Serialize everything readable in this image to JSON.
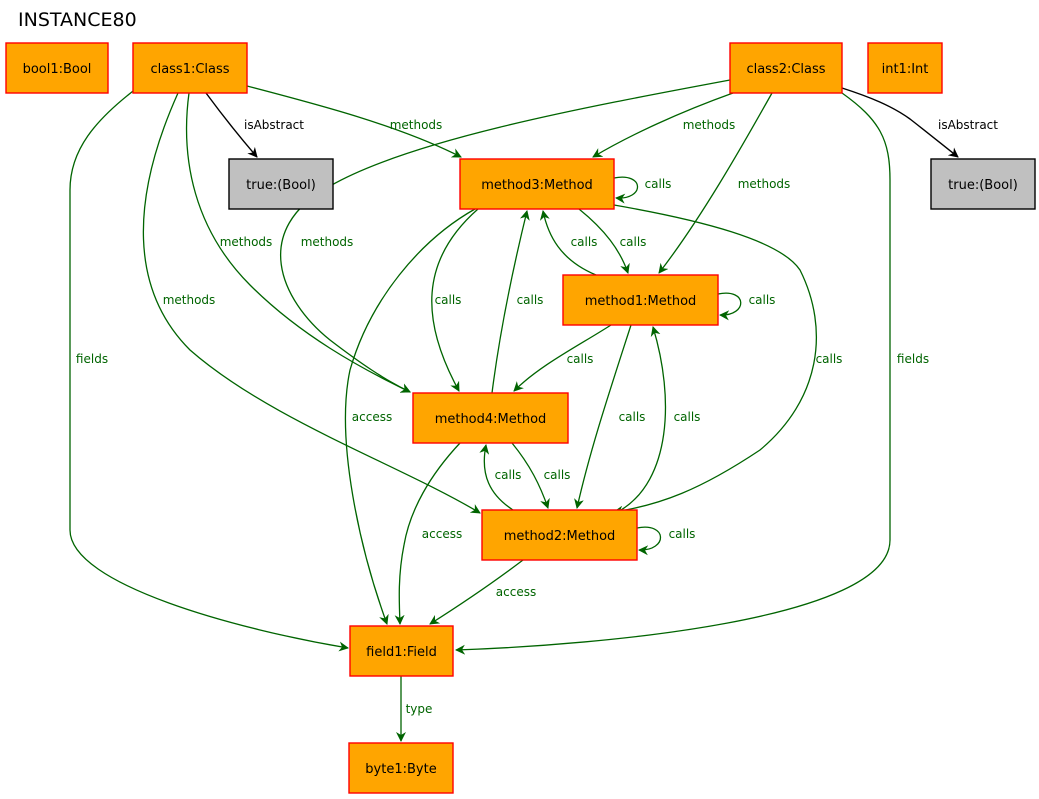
{
  "title": "INSTANCE80",
  "colors": {
    "node_fill": "#ffa500",
    "node_stroke": "#ff0000",
    "value_fill": "#c0c0c0",
    "value_stroke": "#000000",
    "edge_green": "#006400",
    "edge_black": "#000000"
  },
  "nodes": [
    {
      "id": "bool1",
      "label": "bool1:Bool",
      "kind": "object"
    },
    {
      "id": "class1",
      "label": "class1:Class",
      "kind": "object"
    },
    {
      "id": "class2",
      "label": "class2:Class",
      "kind": "object"
    },
    {
      "id": "int1",
      "label": "int1:Int",
      "kind": "object"
    },
    {
      "id": "trueA",
      "label": "true:(Bool)",
      "kind": "value"
    },
    {
      "id": "trueB",
      "label": "true:(Bool)",
      "kind": "value"
    },
    {
      "id": "method3",
      "label": "method3:Method",
      "kind": "object"
    },
    {
      "id": "method1",
      "label": "method1:Method",
      "kind": "object"
    },
    {
      "id": "method4",
      "label": "method4:Method",
      "kind": "object"
    },
    {
      "id": "method2",
      "label": "method2:Method",
      "kind": "object"
    },
    {
      "id": "field1",
      "label": "field1:Field",
      "kind": "object"
    },
    {
      "id": "byte1",
      "label": "byte1:Byte",
      "kind": "object"
    }
  ],
  "edges": [
    {
      "id": "e_class1_trueA",
      "from": "class1",
      "to": "trueA",
      "label": "isAbstract",
      "color": "black"
    },
    {
      "id": "e_class2_trueB",
      "from": "class2",
      "to": "trueB",
      "label": "isAbstract",
      "color": "black"
    },
    {
      "id": "e_class1_method3",
      "from": "class1",
      "to": "method3",
      "label": "methods",
      "color": "green"
    },
    {
      "id": "e_class2_method3",
      "from": "class2",
      "to": "method3",
      "label": "methods",
      "color": "green"
    },
    {
      "id": "e_class2_method1",
      "from": "class2",
      "to": "method1",
      "label": "methods",
      "color": "green"
    },
    {
      "id": "e_class1_method4",
      "from": "class1",
      "to": "method4",
      "label": "methods",
      "color": "green"
    },
    {
      "id": "e_class2_method4",
      "from": "class2",
      "to": "method4",
      "label": "methods",
      "color": "green"
    },
    {
      "id": "e_class1_method2",
      "from": "class1",
      "to": "method2",
      "label": "methods",
      "color": "green"
    },
    {
      "id": "e_class1_field1",
      "from": "class1",
      "to": "field1",
      "label": "fields",
      "color": "green"
    },
    {
      "id": "e_class2_field1",
      "from": "class2",
      "to": "field1",
      "label": "fields",
      "color": "green"
    },
    {
      "id": "e_method3_self",
      "from": "method3",
      "to": "method3",
      "label": "calls",
      "color": "green"
    },
    {
      "id": "e_method1_self",
      "from": "method1",
      "to": "method1",
      "label": "calls",
      "color": "green"
    },
    {
      "id": "e_method2_self",
      "from": "method2",
      "to": "method2",
      "label": "calls",
      "color": "green"
    },
    {
      "id": "e_method1_method3",
      "from": "method1",
      "to": "method3",
      "label": "calls",
      "color": "green"
    },
    {
      "id": "e_method3_method1",
      "from": "method3",
      "to": "method1",
      "label": "calls",
      "color": "green"
    },
    {
      "id": "e_method3_method4",
      "from": "method3",
      "to": "method4",
      "label": "calls",
      "color": "green"
    },
    {
      "id": "e_method4_method3",
      "from": "method4",
      "to": "method3",
      "label": "calls",
      "color": "green"
    },
    {
      "id": "e_method1_method4",
      "from": "method1",
      "to": "method4",
      "label": "calls",
      "color": "green"
    },
    {
      "id": "e_method3_method2",
      "from": "method3",
      "to": "method2",
      "label": "calls",
      "color": "green"
    },
    {
      "id": "e_method1_method2",
      "from": "method1",
      "to": "method2",
      "label": "calls",
      "color": "green"
    },
    {
      "id": "e_method2_method1",
      "from": "method2",
      "to": "method1",
      "label": "calls",
      "color": "green"
    },
    {
      "id": "e_method2_method4",
      "from": "method2",
      "to": "method4",
      "label": "calls",
      "color": "green"
    },
    {
      "id": "e_method4_method2",
      "from": "method4",
      "to": "method2",
      "label": "calls",
      "color": "green"
    },
    {
      "id": "e_method3_field1",
      "from": "method3",
      "to": "field1",
      "label": "access",
      "color": "green"
    },
    {
      "id": "e_method4_field1",
      "from": "method4",
      "to": "field1",
      "label": "access",
      "color": "green"
    },
    {
      "id": "e_method2_field1",
      "from": "method2",
      "to": "field1",
      "label": "access",
      "color": "green"
    },
    {
      "id": "e_field1_byte1",
      "from": "field1",
      "to": "byte1",
      "label": "type",
      "color": "green"
    }
  ]
}
